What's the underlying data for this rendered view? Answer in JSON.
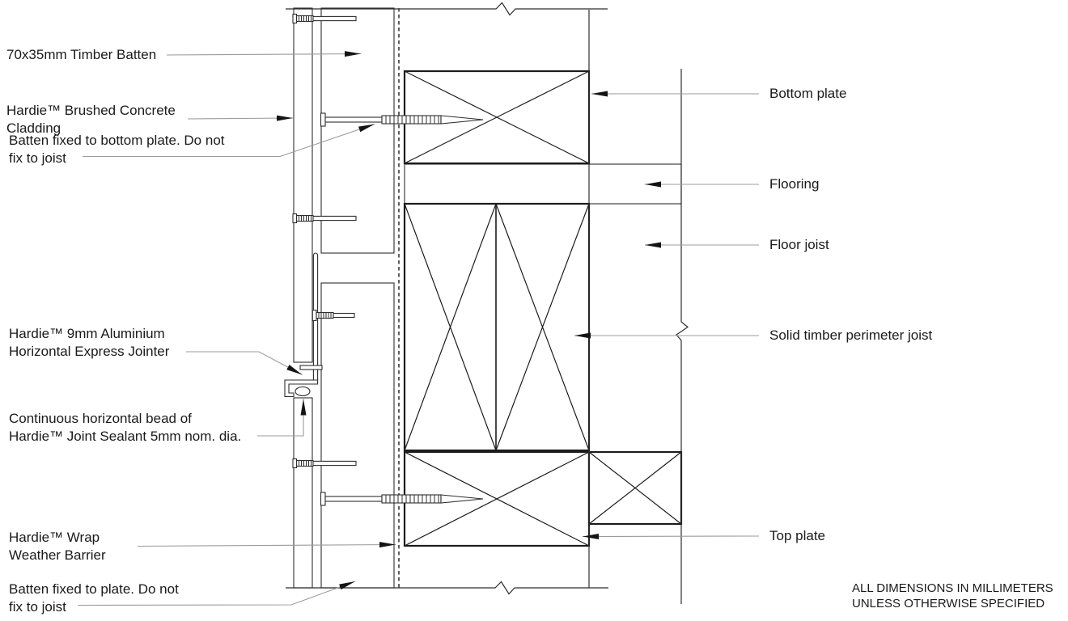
{
  "labels": {
    "left": [
      {
        "lines": [
          "70x35mm Timber Batten",
          ""
        ]
      },
      {
        "lines": [
          "Hardie™ Brushed Concrete",
          "Cladding"
        ]
      },
      {
        "lines": [
          "Batten fixed to bottom plate. Do not",
          "fix to joist"
        ]
      },
      {
        "lines": [
          "Hardie™ 9mm Aluminium",
          "Horizontal Express Jointer"
        ]
      },
      {
        "lines": [
          "Continuous horizontal bead of",
          "Hardie™ Joint Sealant 5mm nom. dia."
        ]
      },
      {
        "lines": [
          "Hardie™ Wrap",
          "Weather Barrier"
        ]
      },
      {
        "lines": [
          "Batten fixed to plate. Do not",
          "fix to joist"
        ]
      }
    ],
    "right": [
      {
        "text": "Bottom plate"
      },
      {
        "text": "Flooring"
      },
      {
        "text": "Floor joist"
      },
      {
        "text": "Solid timber perimeter joist"
      },
      {
        "text": "Top plate"
      }
    ],
    "note": {
      "lines": [
        "ALL DIMENSIONS IN MILLIMETERS",
        "UNLESS OTHERWISE SPECIFIED"
      ]
    }
  },
  "theme": {
    "background": "#ffffff",
    "line": "#2e2e2e",
    "box_line": "#1c1c1c",
    "hatch": "#3c3c3c",
    "stipple": "#3c3c3c",
    "leader": "#9b9b9b",
    "arrow": "#141414",
    "barrier_dash": "#4f4f4f",
    "text": "#1a1a1a"
  }
}
